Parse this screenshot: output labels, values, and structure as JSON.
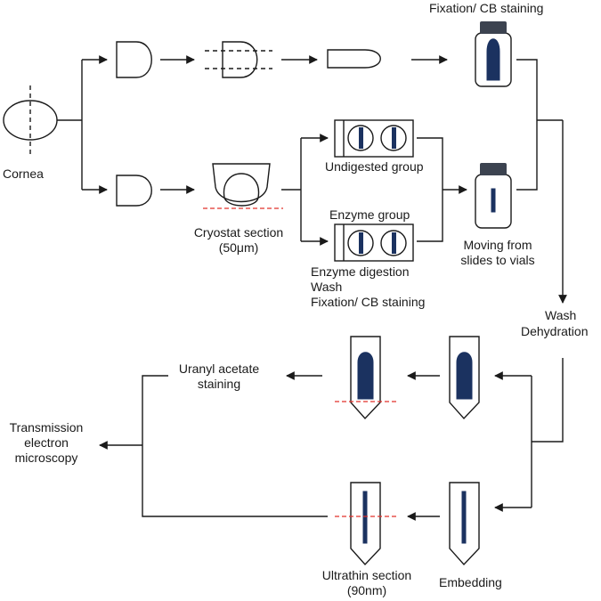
{
  "colors": {
    "stroke": "#1a1a1a",
    "tissue": "#1b3260",
    "cap": "#3c4350",
    "cut_line": "#e0302a"
  },
  "labels": {
    "cornea": "Cornea",
    "fixation_top": "Fixation/ CB staining",
    "undigested": "Undigested group",
    "enzyme_group": "Enzyme group",
    "cryostat_line1": "Cryostat section",
    "cryostat_line2": "(50μm)",
    "enzyme_steps": [
      "Enzyme digestion",
      "Wash",
      "Fixation/ CB staining"
    ],
    "moving_line1": "Moving from",
    "moving_line2": "slides to vials",
    "wash": "Wash",
    "dehydration": "Dehydration",
    "uranyl_line1": "Uranyl acetate",
    "uranyl_line2": "staining",
    "tem": [
      "Transmission",
      "electron",
      "microscopy"
    ],
    "ultrathin_line1": "Ultrathin section",
    "ultrathin_line2": "(90nm)",
    "embedding": "Embedding"
  }
}
